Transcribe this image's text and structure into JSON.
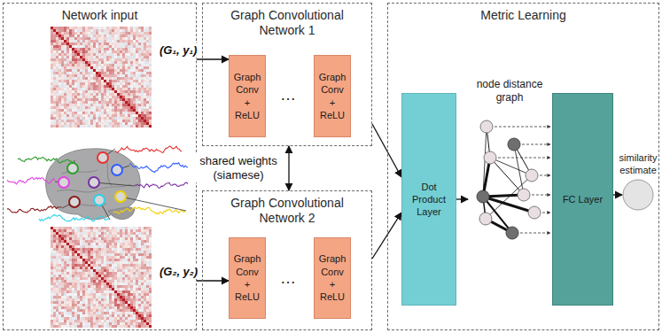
{
  "diagram": {
    "nodes": [
      {
        "text": [
          "Network input"
        ]
      },
      {
        "text": [
          "Graph Convolutional Network 1"
        ]
      },
      {
        "text": [
          "Graph Conv + ReLU"
        ],
        "in": 1
      },
      {
        "text": [
          "Graph Conv + ReLU"
        ],
        "in": 1
      },
      {
        "text": [
          "Graph Convolutional Network 2"
        ]
      },
      {
        "text": [
          "Graph Conv + ReLU"
        ],
        "in": 4
      },
      {
        "text": [
          "Graph Conv + ReLU"
        ],
        "in": 4
      },
      {
        "text": [
          "Metric Learning"
        ]
      },
      {
        "text": [
          "Dot Product Layer"
        ],
        "in": 7
      },
      {
        "text": [
          "node distance graph"
        ],
        "in": 7
      },
      {
        "text": [
          "FC Layer"
        ],
        "in": 7
      },
      {
        "text": [
          "similarity estimate"
        ],
        "in": 7
      }
    ],
    "edges": [
      {
        "from": 0,
        "to": 2,
        "arrow": "to",
        "label": "(G₁, y₁)"
      },
      {
        "from": 0,
        "to": 5,
        "arrow": "to",
        "label": "(G₂, y₂)"
      },
      {
        "from": 1,
        "to": 4,
        "arrow": "both",
        "label": "shared weights (siamese)"
      },
      {
        "from": 1,
        "to": 8,
        "arrow": "to"
      },
      {
        "from": 4,
        "to": 8,
        "arrow": "to"
      },
      {
        "from": 8,
        "to": 9,
        "arrow": "to"
      },
      {
        "from": 10,
        "to": 11,
        "arrow": "to"
      }
    ],
    "labels": [
      "…",
      "…"
    ]
  }
}
